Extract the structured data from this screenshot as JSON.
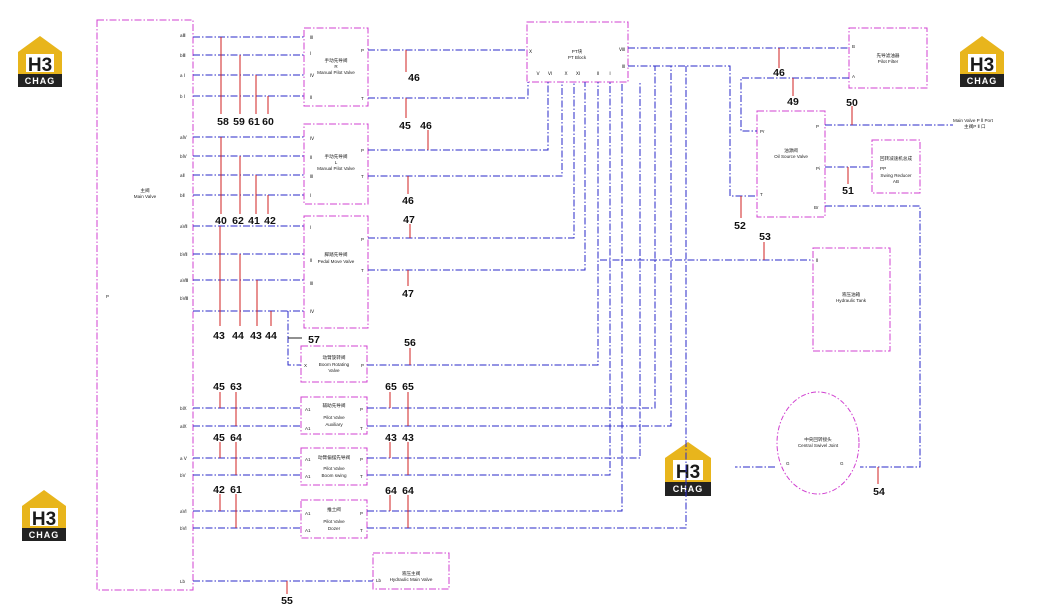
{
  "logo": {
    "mark": "H3",
    "text": "CHAG"
  },
  "components": {
    "main_valve": {
      "zh": "主阀",
      "en": "Main Valve"
    },
    "manual_pilot_r": {
      "zh": "手动先导阀",
      "mid": "R",
      "en": "Manual Pilot Valve"
    },
    "manual_pilot_l": {
      "zh": "手动先导阀",
      "mid": "L",
      "en": "Manual Pilot Valve"
    },
    "pedal": {
      "zh": "脚踏先导阀",
      "en": "Pedal Move Valve"
    },
    "boom_rot": {
      "zh": "动臂旋转阀",
      "en1": "Boom Rotating",
      "en2": "Valve"
    },
    "pilot_aux": {
      "zh": "辅助先导阀",
      "en1": "Pilot Valve",
      "en2": "Auxiliary"
    },
    "pilot_boom": {
      "zh": "动臂偏摆先导阀",
      "en1": "Pilot Valve",
      "en2": "Boom swing"
    },
    "pilot_dozer": {
      "zh": "推土阀",
      "en1": "Pilot Valve",
      "en2": "Dozer"
    },
    "hyd_main": {
      "zh": "液压主阀",
      "en": "Hydraulic Main Valve"
    },
    "pt_block": {
      "zh": "PT块",
      "en": "PT Block"
    },
    "pilot_filter": {
      "zh": "先导滤油器",
      "en": "Pilot Filter"
    },
    "oil_source": {
      "zh": "油源阀",
      "en": "Oil Source Valve"
    },
    "swing_reducer": {
      "zh": "回转减速机总成",
      "en1": "PP",
      "en2": "Swing Reducer",
      "en3": "AB"
    },
    "hyd_tank": {
      "zh": "液压油箱",
      "en": "Hydraulic Tank"
    },
    "swivel": {
      "zh": "中央回转接头",
      "en": "Central Swivel Joint"
    },
    "main_valve_port": {
      "line1": "Main Valve P Ⅱ Port",
      "line2": "主阀P Ⅱ 口"
    }
  },
  "ports": {
    "main_valve_left": "P",
    "main_valve_right": [
      "aⅢ",
      "bⅢ",
      "a Ⅰ",
      "b Ⅰ",
      "aⅣ",
      "bⅣ",
      "aⅡ",
      "bⅡ",
      "aⅦ",
      "bⅦ",
      "aⅧ",
      "bⅧ",
      "bⅨ",
      "aⅨ",
      "a Ⅴ",
      "bⅤ",
      "aⅥ",
      "bⅥ",
      "Lb"
    ],
    "mp_r_left": [
      "Ⅲ",
      "Ⅰ",
      "Ⅳ",
      "Ⅱ"
    ],
    "mp_r_right": [
      "P",
      "T"
    ],
    "mp_l_left": [
      "Ⅳ",
      "Ⅱ",
      "Ⅲ",
      "Ⅰ"
    ],
    "mp_l_right": [
      "P",
      "T"
    ],
    "pedal_left": [
      "Ⅰ",
      "Ⅱ",
      "Ⅲ",
      "Ⅳ"
    ],
    "pedal_right": [
      "P",
      "T"
    ],
    "boom_rot": [
      "X",
      "P"
    ],
    "aux": [
      "A1",
      "A1",
      "P",
      "T"
    ],
    "boom": [
      "A1",
      "A1",
      "P",
      "T"
    ],
    "dozer": [
      "A1",
      "A1",
      "P",
      "T"
    ],
    "hyd_main": "Lb",
    "pt_top": [
      "Ⅹ",
      "Ⅷ"
    ],
    "pt_bottom": [
      "Ⅴ",
      "Ⅵ",
      "Ⅹ",
      "Ⅺ",
      "Ⅱ",
      "Ⅰ",
      "Ⅲ"
    ],
    "filter": [
      "B",
      "A"
    ],
    "oil_source": [
      "Pr",
      "P",
      "T",
      "Pi",
      "Br"
    ],
    "tank": "Ⅱ",
    "swivel": [
      "G",
      "G"
    ]
  },
  "numbers": {
    "n58": "58",
    "n59": "59",
    "n61": "61",
    "n60": "60",
    "n45a": "45",
    "n45b": "45",
    "n46a": "46",
    "n46b": "46",
    "n46c": "46",
    "n40": "40",
    "n62": "62",
    "n41": "41",
    "n42a": "42",
    "n47a": "47",
    "n47b": "47",
    "n43a": "43",
    "n44a": "44",
    "n43b": "43",
    "n44b": "44",
    "n57": "57",
    "n56": "56",
    "n45c": "45",
    "n63": "63",
    "n65a": "65",
    "n65b": "65",
    "n45d": "45",
    "n64a": "64",
    "n43c": "43",
    "n43d": "43",
    "n42b": "42",
    "n61b": "61",
    "n64b": "64",
    "n64c": "64",
    "n55": "55",
    "n49": "49",
    "n50": "50",
    "n51": "51",
    "n52": "52",
    "n53": "53",
    "n54": "54"
  }
}
